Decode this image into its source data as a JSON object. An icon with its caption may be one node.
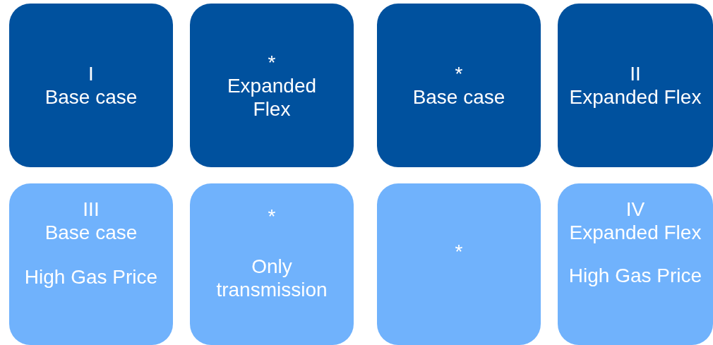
{
  "diagram": {
    "nodes": [
      {
        "text": [
          "I",
          "Base case"
        ]
      },
      {
        "text": [
          "*",
          "Expanded Flex"
        ]
      },
      {
        "text": [
          "*",
          "Base case"
        ]
      },
      {
        "text": [
          "II",
          "Expanded Flex"
        ]
      },
      {
        "text": [
          "III",
          "Base case",
          "High Gas Price"
        ]
      },
      {
        "text": [
          "*",
          "Only transmission"
        ]
      },
      {
        "text": [
          "*"
        ]
      },
      {
        "text": [
          "IV",
          "Expanded Flex",
          "High Gas Price"
        ]
      }
    ]
  }
}
